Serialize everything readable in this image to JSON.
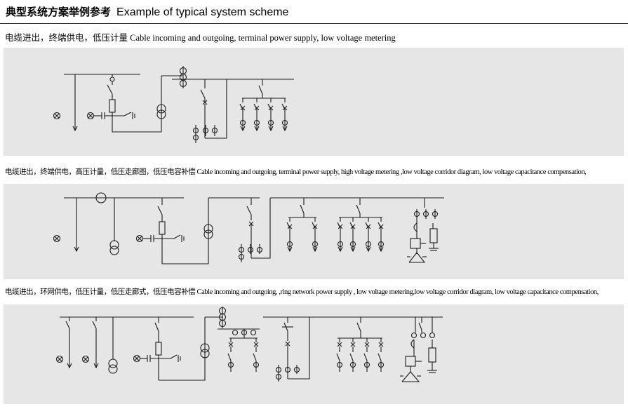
{
  "header": {
    "title_zh": "典型系统方案举例参考",
    "title_en": "Example of typical system scheme"
  },
  "schemes": [
    {
      "caption_zh": "电缆进出，终端供电，低压计量",
      "caption_en": "Cable incoming and outgoing, terminal power supply, low voltage metering"
    },
    {
      "caption_zh": "电缆进出，终端供电，高压计量，低压走廊图，低压电容补偿",
      "caption_en": "Cable incoming and outgoing, terminal power supply, high voltage metering ,low voltage corridor diagram, low voltage capacitance compensation,"
    },
    {
      "caption_zh": "电缆进出，环网供电，低压计量，低压走廊式，低压电容补偿",
      "caption_en": "Cable incoming and outgoing, ,ring network power supply ,  low  voltage metering,low voltage corridor diagram, low voltage capacitance compensation,"
    }
  ]
}
